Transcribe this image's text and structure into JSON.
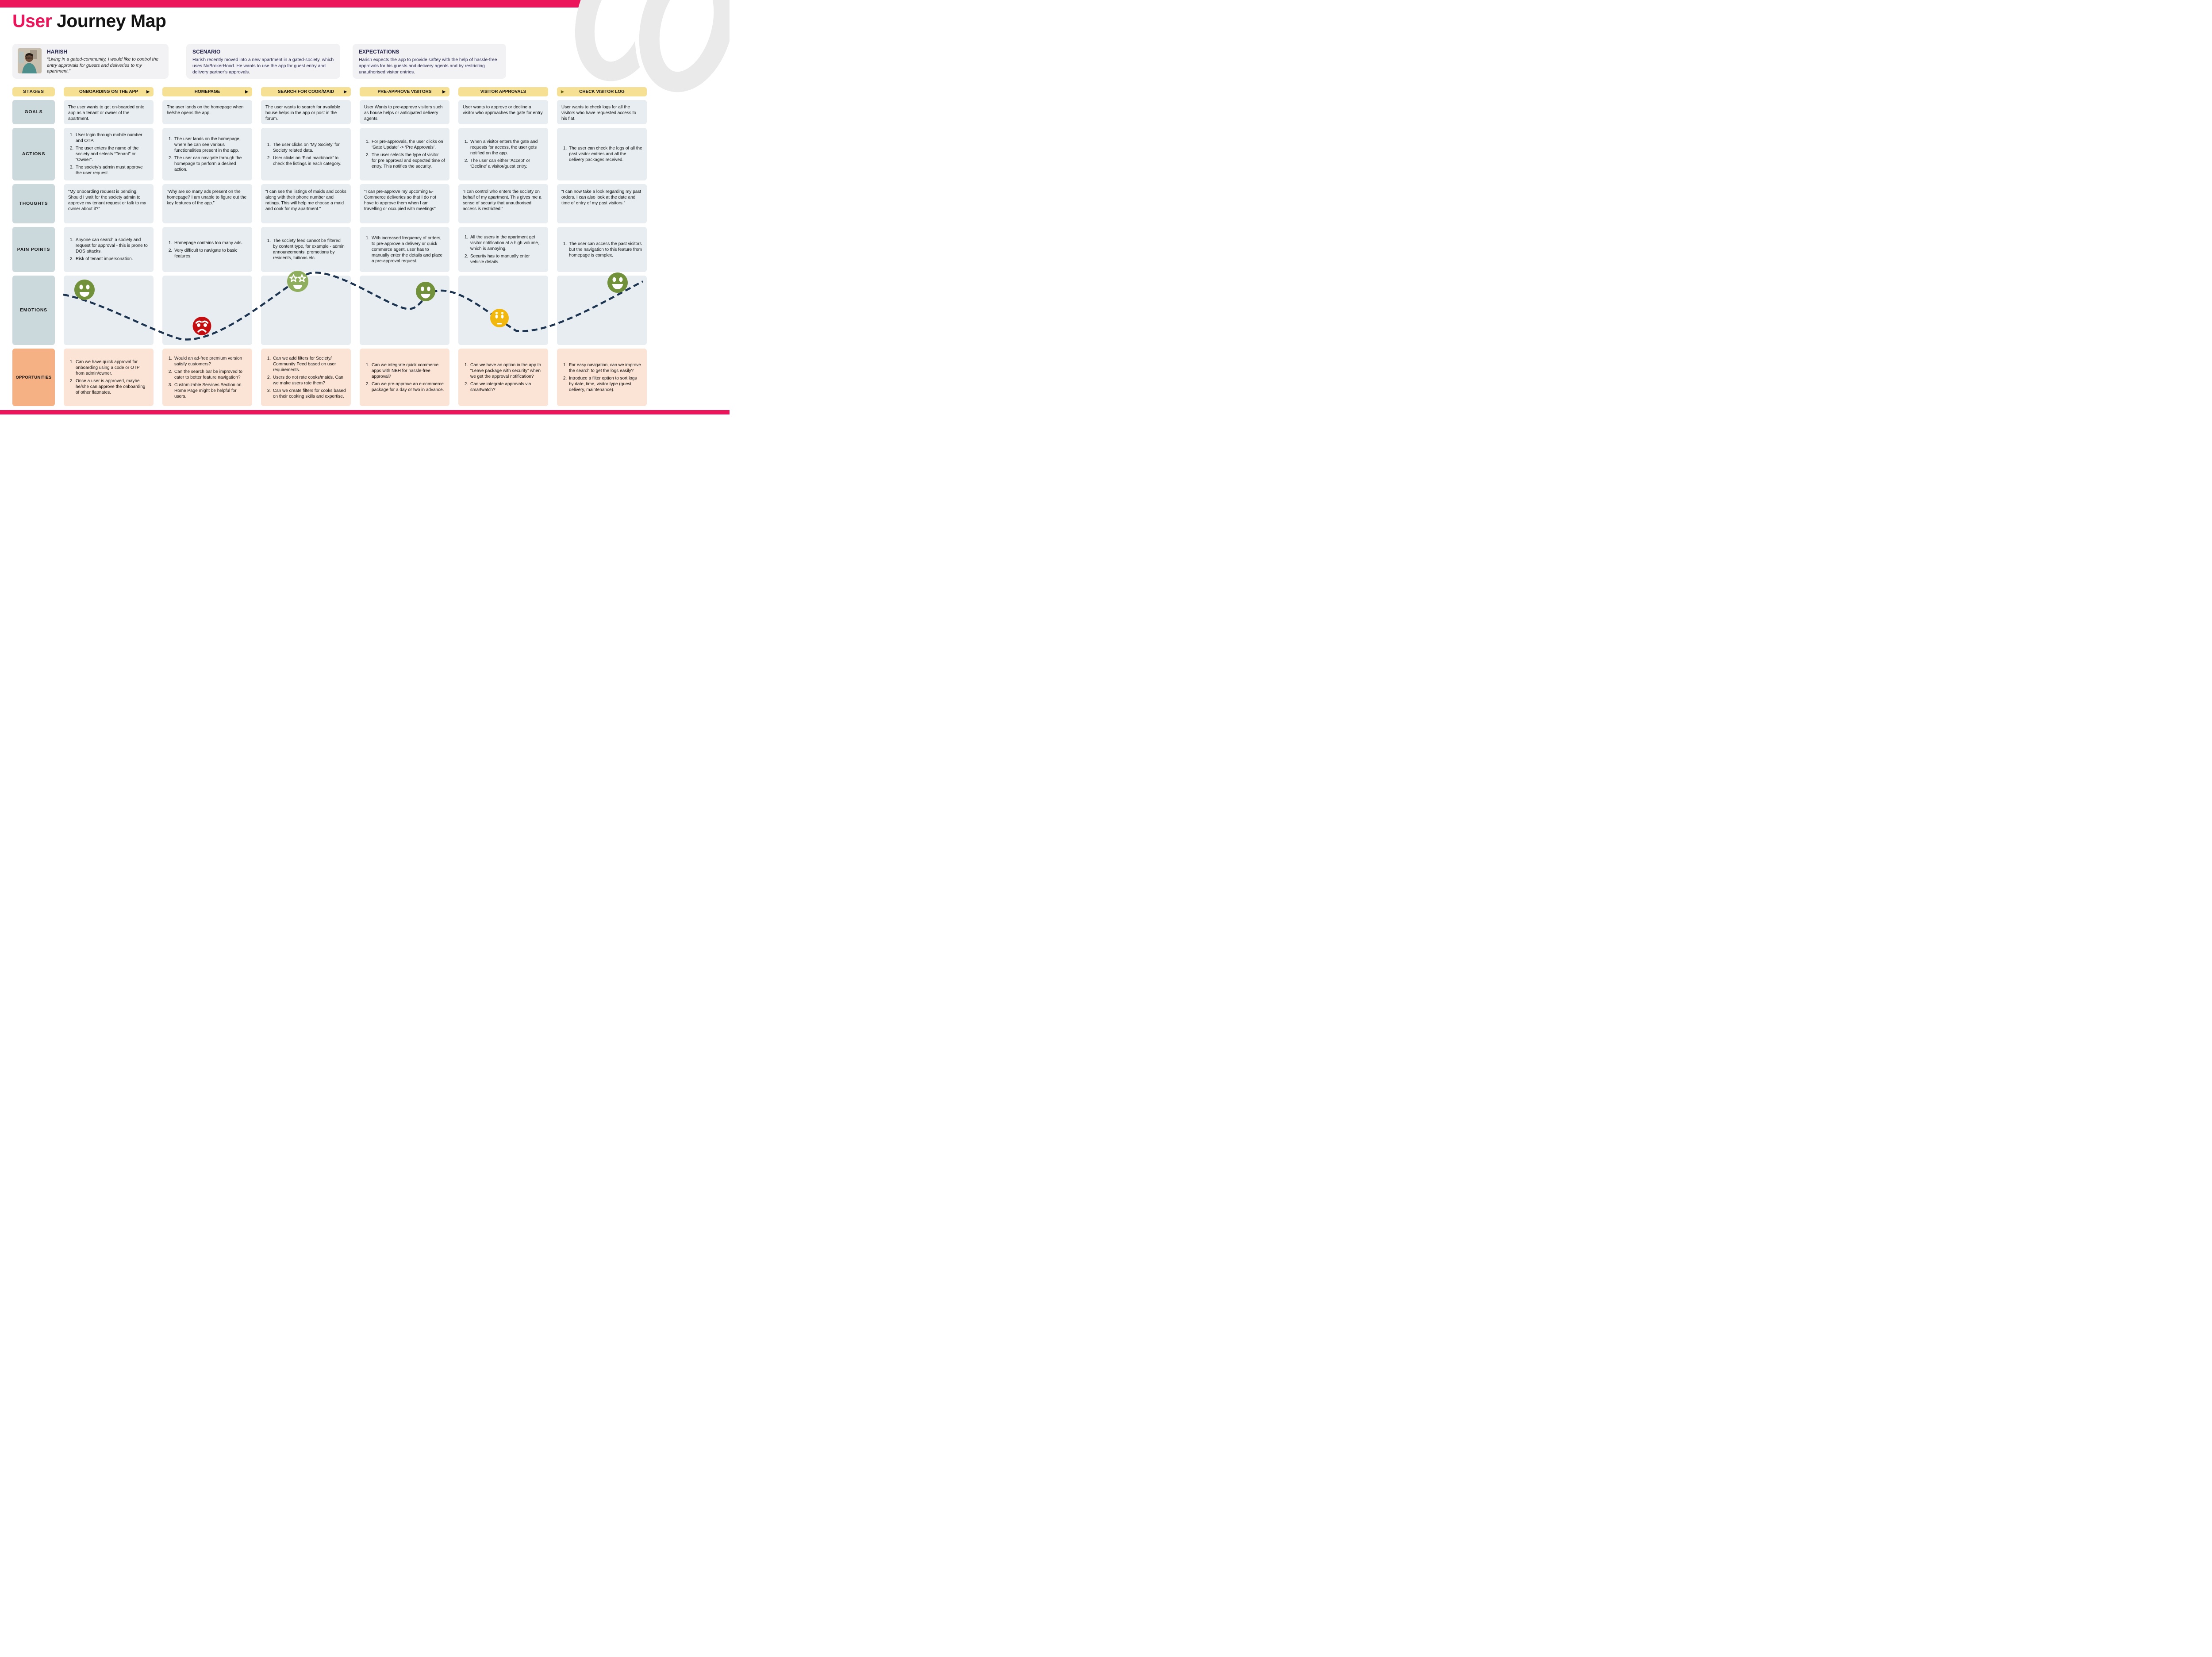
{
  "title": {
    "accent": "User",
    "rest": " Journey Map"
  },
  "persona": {
    "name": "HARISH",
    "photo": "photo-of-harish",
    "quote": "“Living in a gated-community, I would like to control the entry approvals for guests and deliveries to my apartment.”"
  },
  "scenario": {
    "heading": "SCENARIO",
    "text": "Harish recently moved into a new apartment in a gated-society, which uses NoBrokerHood. He wants to use the app for guest entry and delivery partner’s approvals."
  },
  "expectations": {
    "heading": "EXPECTATIONS",
    "text": "Harish expects the app to provide saftey with the help of hassle-free approvals for his guests and delivery agents and by restricting unauthorised visitor entries."
  },
  "row_labels": [
    "STAGES",
    "GOALS",
    "ACTIONS",
    "THOUGHTS",
    "PAIN POINTS",
    "EMOTIONS",
    "OPPORTUNITIES"
  ],
  "stages": [
    {
      "label": "ONBOARDING ON THE APP",
      "arrow_right": "▶",
      "arrow_left": "",
      "goal": "The user wants to get on-boarded onto app as a tenant or owner of the apartment.",
      "actions": [
        "User login through mobile number and OTP.",
        "The user enters the name of the society and selects “Tenant” or “Owner”.",
        "The society’s admin must approve the user request."
      ],
      "thought": "“My onboarding request is pending. Should I wait for the society admin to approve my tenant request or talk to my owner about it?”",
      "pain_points": [
        "Anyone can search a society and request for approval - this is prone to DOS attacks.",
        "Risk of tenant impersonation."
      ],
      "emotion": "happy",
      "opportunities": [
        "Can we have quick approval for onboarding using a code or OTP from admin/owner.",
        "Once a user is approved, maybe he/she can approve the onboarding of other flatmates."
      ]
    },
    {
      "label": "HOMEPAGE",
      "arrow_right": "▶",
      "arrow_left": "",
      "goal": "The user lands on the homepage when he/she opens the app.",
      "actions": [
        "The user lands on the homepage, where he can see various functionalities present in the app.",
        "The user can navigate through the homepage to perform a desired action."
      ],
      "thought": "“Why are so many ads present on the homepage? I am unable to figure out the key features of the app.”",
      "pain_points": [
        "Homepage contains too many ads.",
        "Very difficult to navigate to basic features."
      ],
      "emotion": "angry",
      "opportunities": [
        "Would an ad-free premium version satisfy customers?",
        "Can the search bar be improved to cater to better feature navigation?",
        "Customizable Services Section on Home Page might be helpful for users."
      ]
    },
    {
      "label": "SEARCH FOR COOK/MAID",
      "arrow_right": "▶",
      "arrow_left": "",
      "goal": "The user wants to search for available house helps in the app or post in the forum.",
      "actions": [
        "The user clicks on ‘My Society’ for Society related data.",
        "User clicks on ‘Find maid/cook’ to check the listings in each category."
      ],
      "thought": "“I can see the listings of maids and cooks along with their phone number and ratings. This will help me choose a maid and cook for my apartment.”",
      "pain_points": [
        "The society feed cannot be filtered by content type, for example - admin announcements, promotions by residents, tuitions etc."
      ],
      "emotion": "excited",
      "opportunities": [
        "Can we add filters for Society/ Community Feed based on user requirements.",
        "Users do not rate cooks/maids. Can we make users rate them?",
        "Can we create filters for cooks based on their cooking skills and expertise."
      ]
    },
    {
      "label": "PRE-APPROVE VISITORS",
      "arrow_right": "▶",
      "arrow_left": "",
      "goal": "User Wants to pre-approve visitors such as house helps or anticipated delivery agents.",
      "actions": [
        "For pre-approvals, the user clicks on ‘Gate Update’ -> ‘Pre Approvals’.",
        "The user selects the type of visitor for pre approval and expected time of entry. This notifies the security."
      ],
      "thought": "“I can pre-approve my upcoming E-Commerce deliveries so that I do not have to approve them when I am travelling or occupied with meetings”",
      "pain_points": [
        "With increased frequency of orders, to pre-approve a delivery or quick commerce agent, user has to manually enter the details and place a pre-approval request."
      ],
      "emotion": "happy",
      "opportunities": [
        "Can we integrate quick commerce apps with NBH for hassle-free approval?",
        "Can we pre-approve an e-commerce package for a day or two in advance."
      ]
    },
    {
      "label": "VISITOR APPROVALS",
      "arrow_right": "",
      "arrow_left": "",
      "goal": "User wants to approve or decline a visitor who approaches the gate for entry.",
      "actions": [
        "When a visitor enters the gate and requests for access, the user gets notified on the app.",
        "The user can either ‘Accept’ or ‘Decline’ a visitor/guest entry."
      ],
      "thought": "“I can control who enters the society on behalf of my apartment. This gives me a sense of security that unauthorised access is restricted,”",
      "pain_points": [
        "All the users in the apartment get visitor notification at a high volume, which is annoying.",
        "Security has to manually enter vehicle details."
      ],
      "emotion": "neutral",
      "opportunities": [
        "Can we have an option in the app to “Leave package with security” when we get the approval notification?",
        "Can we integrate approvals via smartwatch?"
      ]
    },
    {
      "label": "CHECK VISITOR LOG",
      "arrow_right": "",
      "arrow_left": "▶",
      "goal": "User wants to check logs for all the visitors who have requested access to his flat.",
      "actions": [
        "The user can check the logs of all the past visitor entries and all the delivery packages received."
      ],
      "thought": "“I can now take a look regarding my past orders. I can also look at the date and time of entry of my past visitors.”",
      "pain_points": [
        "The user can access the past visitors but the navigation to this feature from homepage is complex."
      ],
      "emotion": "delighted",
      "opportunities": [
        "For easy navigation, can we improve the search to get the logs easily?",
        "Introduce a filter option to sort logs by date, time, visitor type (guest, delivery, maintenance)."
      ]
    }
  ],
  "colors": {
    "accent_pink": "#EC155B",
    "header_yellow": "#F6E094",
    "row_label_blue": "#CBD9DD",
    "cell_blue": "#E7EDF0",
    "opportunity_label_orange": "#F5B183",
    "opportunity_cell_peach": "#FBE4D5",
    "persona_navy": "#26264F",
    "curve_navy": "#1D3550",
    "happy_green": "#72913B",
    "excited_green": "#8FAE5E",
    "angry_red": "#C40D10",
    "neutral_yellow": "#F2B70C",
    "logo_gray": "#EAEAEA"
  }
}
